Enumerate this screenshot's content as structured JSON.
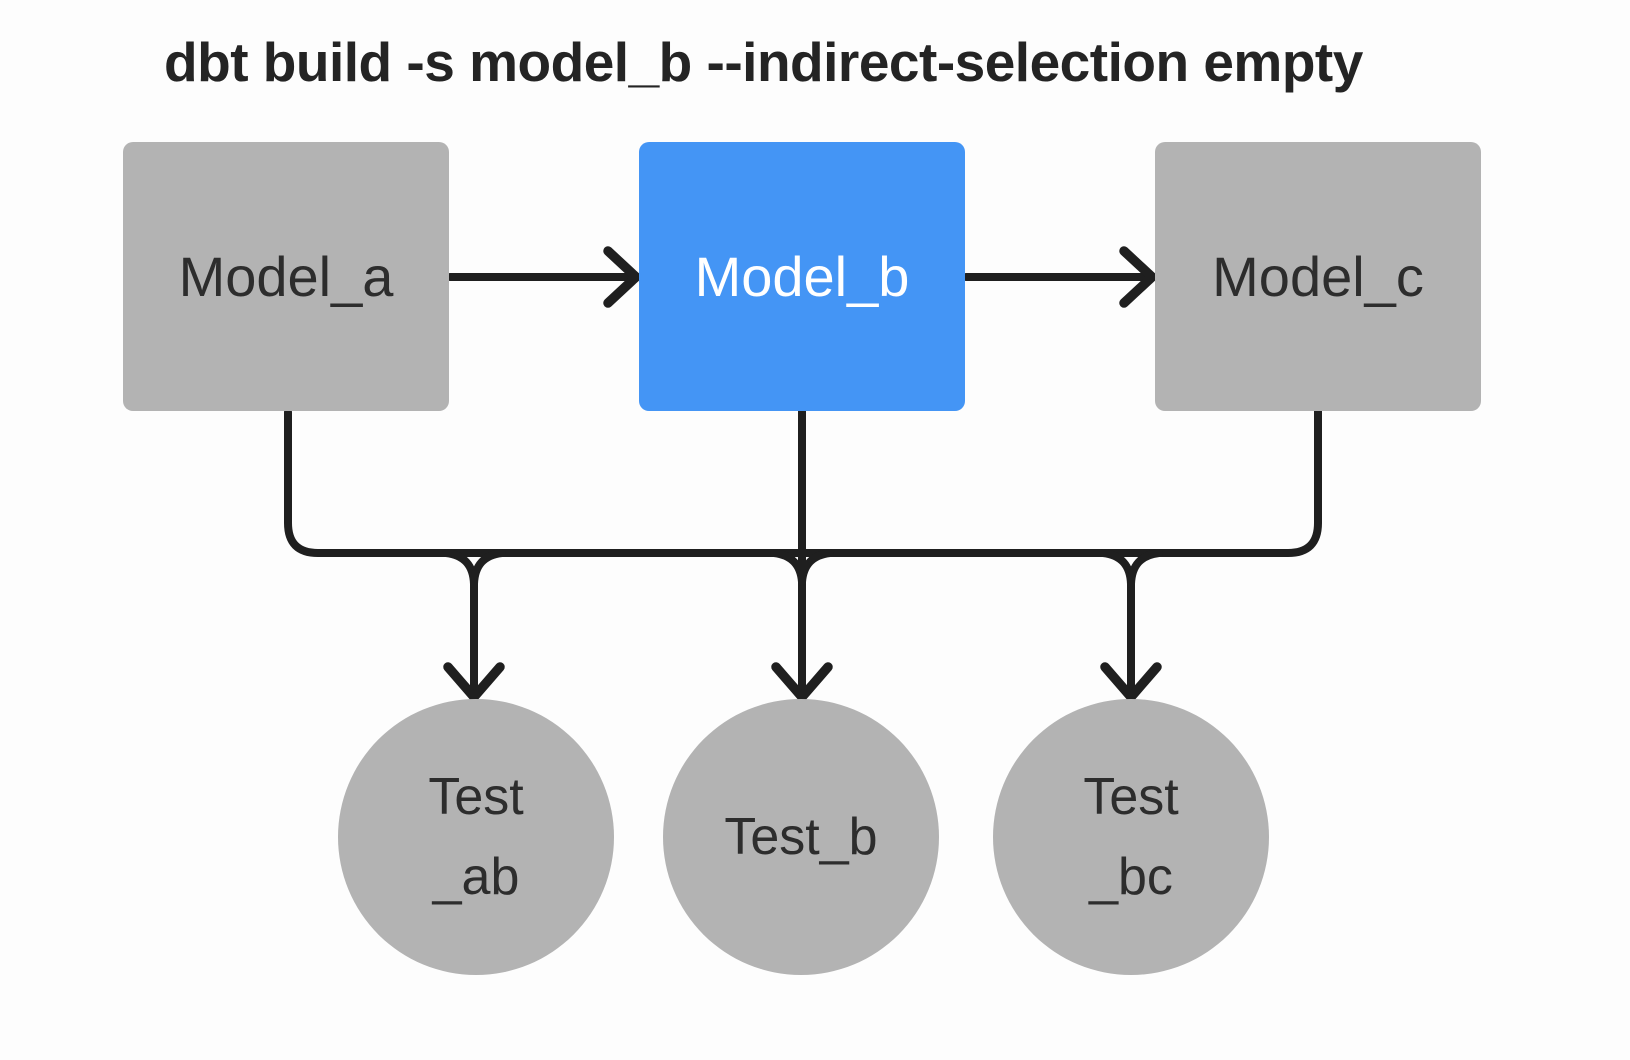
{
  "title": "dbt build -s model_b --indirect-selection empty",
  "nodes": {
    "model_a": {
      "label": "Model_a",
      "type": "model",
      "selected": false
    },
    "model_b": {
      "label": "Model_b",
      "type": "model",
      "selected": true
    },
    "model_c": {
      "label": "Model_c",
      "type": "model",
      "selected": false
    },
    "test_ab": {
      "line1": "Test",
      "line2": "_ab",
      "type": "test"
    },
    "test_b": {
      "line1": "Test_b",
      "line2": "",
      "type": "test"
    },
    "test_bc": {
      "line1": "Test",
      "line2": "_bc",
      "type": "test"
    }
  },
  "edges": [
    {
      "from": "model_a",
      "to": "model_b",
      "style": "arrow"
    },
    {
      "from": "model_b",
      "to": "model_c",
      "style": "arrow"
    },
    {
      "from": "model_a",
      "to": "shared-bus",
      "style": "line"
    },
    {
      "from": "model_b",
      "to": "shared-bus",
      "style": "line"
    },
    {
      "from": "model_c",
      "to": "shared-bus",
      "style": "line"
    },
    {
      "from": "shared-bus",
      "to": "test_ab",
      "style": "arrow"
    },
    {
      "from": "shared-bus",
      "to": "test_b",
      "style": "arrow"
    },
    {
      "from": "shared-bus",
      "to": "test_bc",
      "style": "arrow"
    }
  ],
  "colors": {
    "background": "#fdfdfd",
    "node_gray": "#b3b3b3",
    "node_selected_blue": "#4495f5",
    "edge": "#1f1f1f",
    "title_text": "#242424",
    "node_text_dark": "#2d2d2d",
    "node_text_light": "#ffffff"
  }
}
